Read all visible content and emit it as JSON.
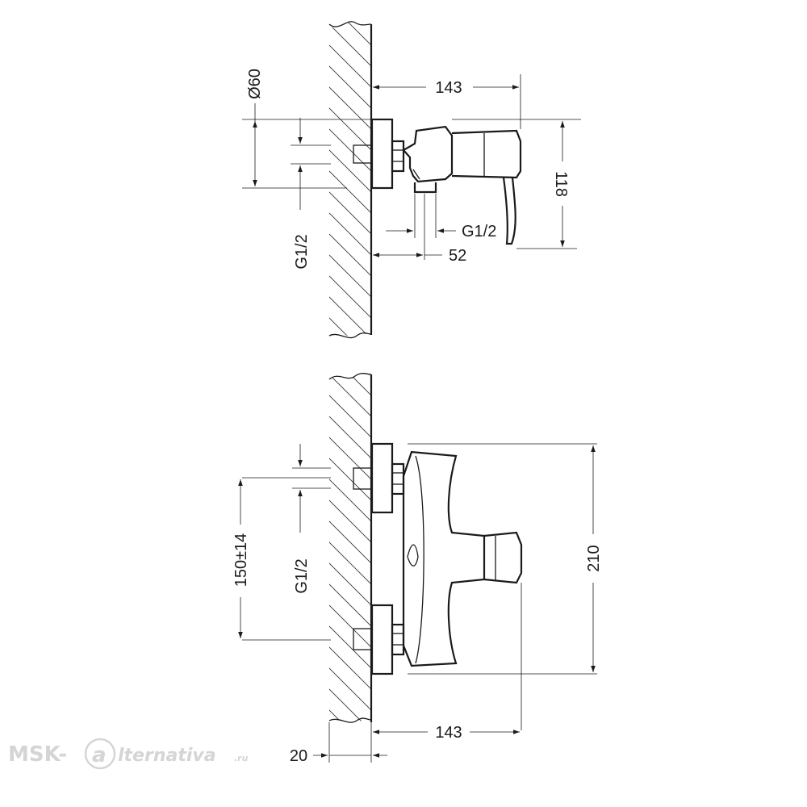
{
  "top_view": {
    "dim_width": "143",
    "dim_diameter": "Ø60",
    "dim_height": "118",
    "dim_outlet_thread": "G1/2",
    "dim_inlet_thread": "G1/2",
    "dim_outlet_offset": "52"
  },
  "front_view": {
    "dim_spacing": "150±14",
    "dim_inlet_thread": "G1/2",
    "dim_height": "210",
    "dim_width": "143",
    "dim_wall": "20"
  },
  "watermark": {
    "prefix": "MSK-",
    "suffix": "lternativa",
    "domain": ".ru"
  },
  "colors": {
    "line": "#1a1a1a",
    "watermark": "#d5d5d5"
  }
}
